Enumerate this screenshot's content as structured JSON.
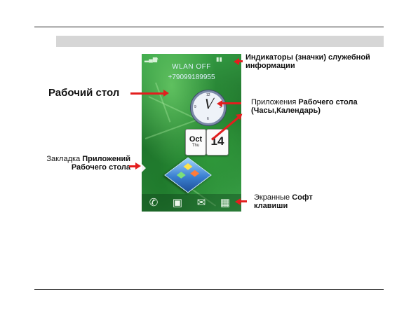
{
  "phone": {
    "status_icons": [
      "signal-icon",
      "music-icon",
      "battery-icon"
    ],
    "wlan_status": "WLAN OFF",
    "phone_number": "+79099189955",
    "calendar": {
      "month": "Oct",
      "weekday": "Thu",
      "date": "14"
    },
    "soft_keys": [
      "call-icon",
      "contacts-icon",
      "message-icon",
      "apps-grid-icon"
    ]
  },
  "callouts": {
    "indicators": {
      "line1": "Индикаторы (значки) служебной",
      "line2": "информации"
    },
    "desktop": "Рабочий стол",
    "apps": {
      "line1_normal": "Приложения ",
      "line1_bold": "Рабочего стола",
      "line2": "(Часы,Календарь)"
    },
    "tab": {
      "line1_normal": "Закладка ",
      "line1_bold": "Приложений",
      "line2": "Рабочего стола"
    },
    "softkeys": {
      "line1_normal": "Экранные ",
      "line1_bold": "Софт",
      "line2": "клавиши"
    }
  },
  "colors": {
    "arrow": "#e31e1e",
    "band": "#d6d6d6"
  }
}
